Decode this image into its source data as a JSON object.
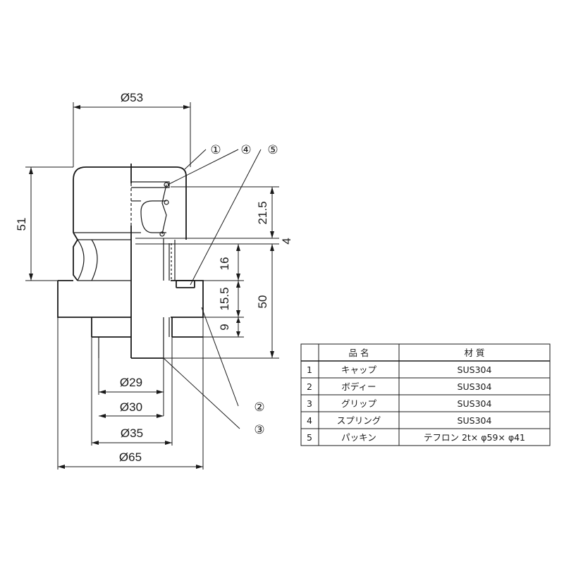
{
  "dimensions": {
    "d53": "Ø53",
    "h51": "51",
    "h21_5": "21.5",
    "h4": "4",
    "h16": "16",
    "h15_5": "15.5",
    "h9": "9",
    "h50": "50",
    "d29": "Ø29",
    "d30": "Ø30",
    "d35": "Ø35",
    "d65": "Ø65"
  },
  "callouts": {
    "c1": "①",
    "c2": "②",
    "c3": "③",
    "c4": "④",
    "c5": "⑤"
  },
  "parts_table": {
    "headers": [
      "",
      "品 名",
      "材 質"
    ],
    "rows": [
      [
        "1",
        "キャップ",
        "SUS304"
      ],
      [
        "2",
        "ボディー",
        "SUS304"
      ],
      [
        "3",
        "グリップ",
        "SUS304"
      ],
      [
        "4",
        "スプリング",
        "SUS304"
      ],
      [
        "5",
        "パッキン",
        "テフロン 2t× φ59× φ41"
      ]
    ]
  }
}
